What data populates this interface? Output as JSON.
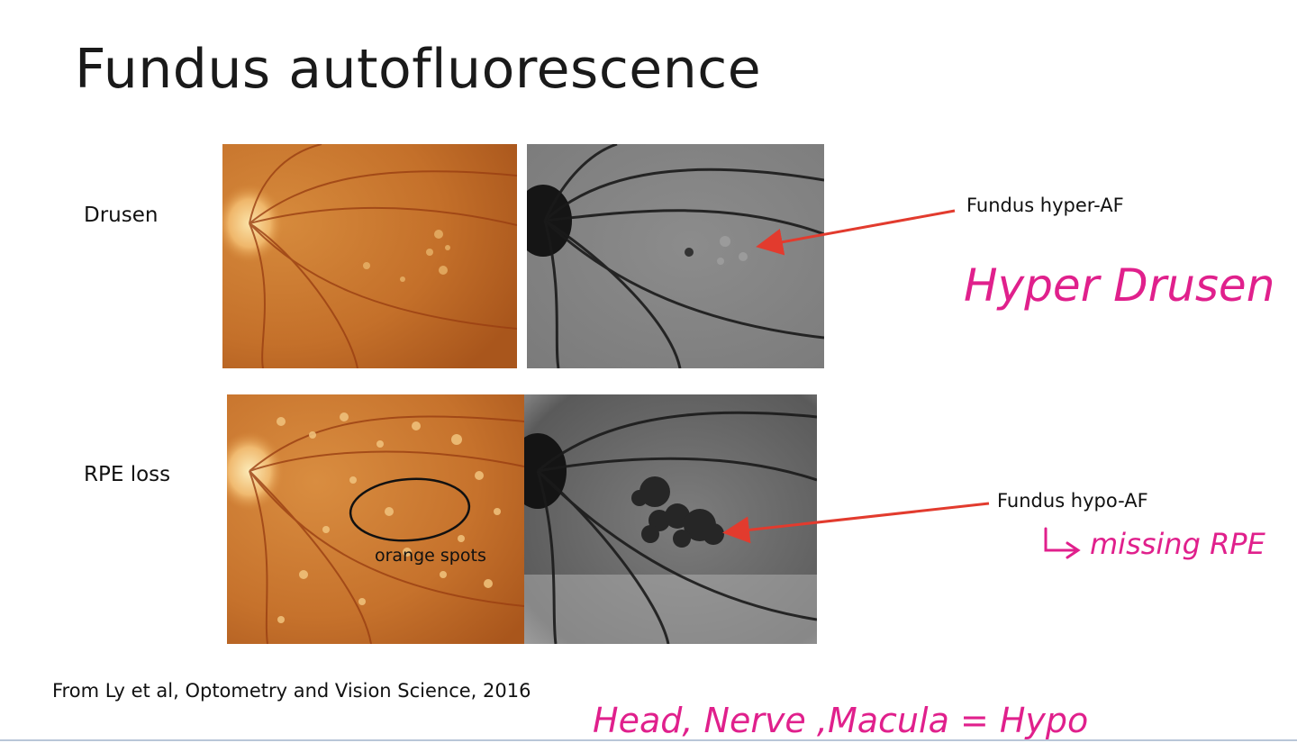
{
  "slide": {
    "title": "Fundus autofluorescence",
    "rows": [
      {
        "label": "Drusen",
        "annotation": "Fundus hyper-AF",
        "handwritten_note": "Hyper Drusen"
      },
      {
        "label": "RPE loss",
        "annotation": "Fundus hypo-AF",
        "handwritten_note": "missing RPE",
        "circle_note": "orange spots"
      }
    ],
    "source": "From Ly et al, Optometry and Vision Science, 2016",
    "bottom_handwritten_note": "Head, Nerve ,Macula = Hypo"
  },
  "colors": {
    "arrow": "#e23b2e",
    "handwriting": "#e0208c",
    "fundus_orange": "#c8762a",
    "bottom_rule": "#b9c6d8"
  }
}
